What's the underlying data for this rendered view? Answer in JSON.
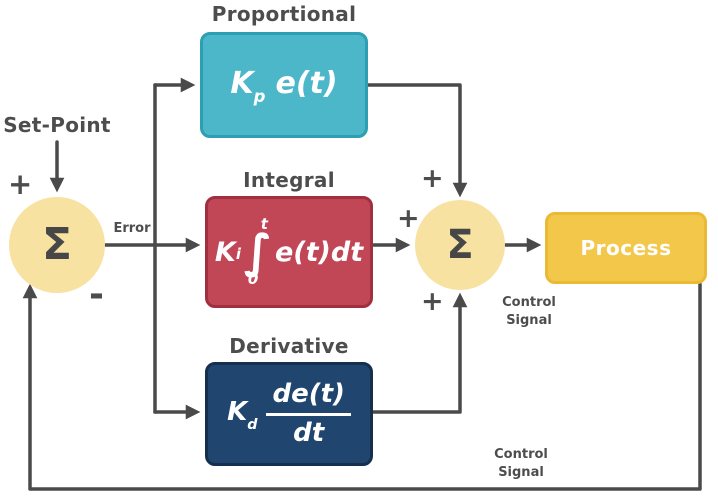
{
  "labels": {
    "set_point": "Set-Point",
    "error": "Error",
    "proportional_title": "Proportional",
    "integral_title": "Integral",
    "derivative_title": "Derivative",
    "process": "Process",
    "control_signal": {
      "line1": "Control",
      "line2": "Signal"
    }
  },
  "symbols": {
    "sum": "Σ",
    "setpoint_sign": "+",
    "feedback_sign": "-",
    "sum_top_sign": "+",
    "sum_left_sign": "+",
    "sum_bottom_sign": "+"
  },
  "formulas": {
    "proportional": {
      "coeff": "K",
      "sub": "p",
      "expr": "e(t)"
    },
    "integral": {
      "coeff": "K",
      "sub": "i",
      "sign": "∫",
      "upper_limit": "t",
      "lower_limit": "0",
      "expr": "e(t)dt"
    },
    "derivative": {
      "coeff": "K",
      "sub": "d",
      "numerator": "de(t)",
      "denominator": "dt"
    }
  },
  "colors": {
    "proportional_fill": "#4BB7C8",
    "proportional_border": "#2D9FB2",
    "integral_fill": "#C14656",
    "integral_border": "#A02F40",
    "derivative_fill": "#20456F",
    "derivative_border": "#152F4E",
    "summing_junction_fill": "#F8E2A2",
    "process_fill": "#F3C74A",
    "process_border": "#EBBA35",
    "wire": "#4A4A4A",
    "text": "#4D4D4D",
    "block_text": "#FFFFFF"
  }
}
